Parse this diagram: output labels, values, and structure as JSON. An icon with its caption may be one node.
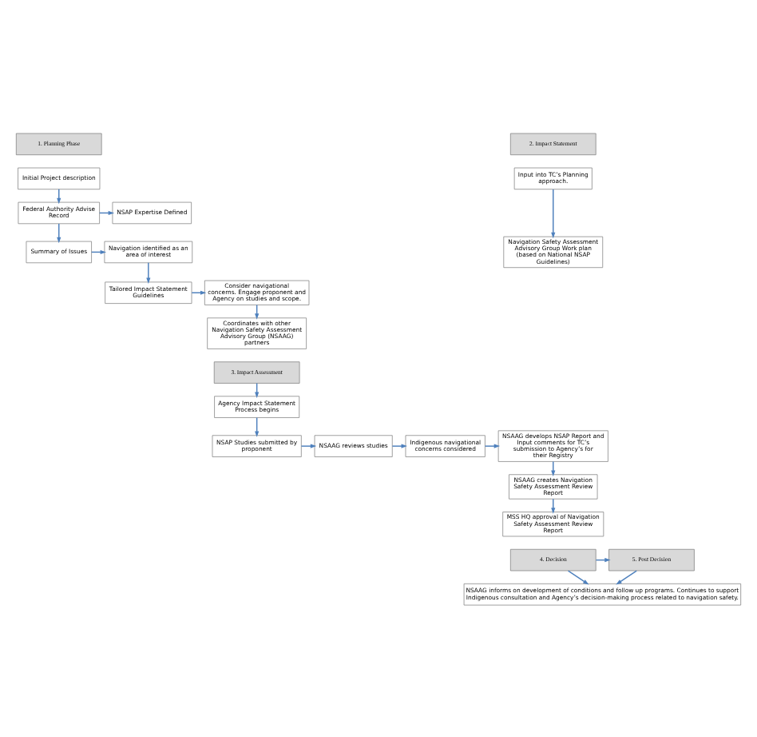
{
  "diagram": {
    "nodes": [
      {
        "text": [
          "1. Planning Phase"
        ]
      },
      {
        "text": [
          "Initial Project description"
        ]
      },
      {
        "text": [
          "Federal Authority Advise Record"
        ]
      },
      {
        "text": [
          "NSAP Expertise Defined"
        ]
      },
      {
        "text": [
          "Summary of Issues"
        ]
      },
      {
        "text": [
          "Navigation identified as an area of interest"
        ]
      },
      {
        "text": [
          "Tailored Impact Statement Guidelines"
        ]
      },
      {
        "text": [
          "Consider navigational concerns. Engage proponent and Agency on studies and scope."
        ]
      },
      {
        "text": [
          "Coordinates with other Navigation Safety Assessment Advisory Group (NSAAG) partners"
        ]
      },
      {
        "text": [
          "2. Impact Statement"
        ]
      },
      {
        "text": [
          "Input into TC’s Planning approach."
        ]
      },
      {
        "text": [
          "Navigation Safety Assessment Advisory Group Work plan (based on National NSAP Guidelines)"
        ]
      },
      {
        "text": [
          "3. Impact Assessment"
        ]
      },
      {
        "text": [
          "Agency Impact Statement Process begins"
        ]
      },
      {
        "text": [
          "NSAP Studies submitted by proponent"
        ]
      },
      {
        "text": [
          "NSAAG reviews studies"
        ]
      },
      {
        "text": [
          "Indigenous navigational concerns considered"
        ]
      },
      {
        "text": [
          "NSAAG develops NSAP Report and Input comments for TC’s submission to Agency’s for their Registry"
        ]
      },
      {
        "text": [
          "NSAAG creates Navigation Safety Assessment Review Report"
        ]
      },
      {
        "text": [
          "MSS HQ approval of Navigation Safety Assessment Review Report"
        ]
      },
      {
        "text": [
          "4. Decision"
        ]
      },
      {
        "text": [
          "5. Post Decision"
        ]
      },
      {
        "text": [
          "NSAAG informs on development of conditions and follow up programs. Continues to support Indigenous consultation and Agency’s decision-making process related to navigation safety."
        ]
      }
    ],
    "edges": [
      {
        "from": 1,
        "to": 2,
        "arrow": "to"
      },
      {
        "from": 2,
        "to": 3,
        "arrow": "to"
      },
      {
        "from": 2,
        "to": 4,
        "arrow": "to"
      },
      {
        "from": 4,
        "to": 5,
        "arrow": "to"
      },
      {
        "from": 5,
        "to": 6,
        "arrow": "to"
      },
      {
        "from": 6,
        "to": 7,
        "arrow": "to"
      },
      {
        "from": 7,
        "to": 8,
        "arrow": "to"
      },
      {
        "from": 10,
        "to": 11,
        "arrow": "to"
      },
      {
        "from": 12,
        "to": 13,
        "arrow": "to"
      },
      {
        "from": 13,
        "to": 14,
        "arrow": "to"
      },
      {
        "from": 14,
        "to": 15,
        "arrow": "to"
      },
      {
        "from": 15,
        "to": 16,
        "arrow": "to"
      },
      {
        "from": 16,
        "to": 17,
        "arrow": "to"
      },
      {
        "from": 17,
        "to": 18,
        "arrow": "to"
      },
      {
        "from": 18,
        "to": 19,
        "arrow": "to"
      },
      {
        "from": 20,
        "to": 21,
        "arrow": "to"
      },
      {
        "from": 20,
        "to": 22,
        "arrow": "to"
      },
      {
        "from": 21,
        "to": 22,
        "arrow": "to"
      }
    ]
  }
}
